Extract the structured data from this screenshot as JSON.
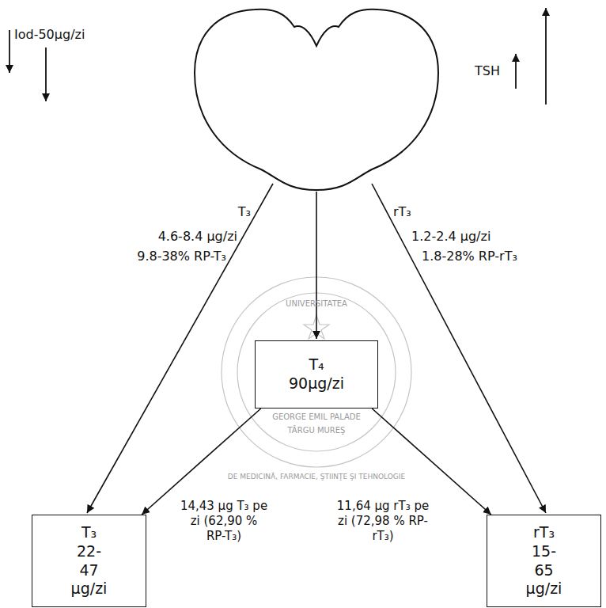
{
  "diagram": {
    "nodes": [
      {
        "text": [
          "T₄",
          "90µg/zi"
        ]
      },
      {
        "text": [
          "T₃",
          "22-47 µg/zi"
        ]
      },
      {
        "text": [
          "rT₃",
          "15-65 µg/zi"
        ]
      }
    ],
    "edges": [
      {
        "from": 0,
        "to": 1,
        "arrow": "to",
        "label": "14,43 µg T₃ pe zi (62,90 % RP-T₃)"
      },
      {
        "from": 0,
        "to": 2,
        "arrow": "to",
        "label": "11,64 µg rT₃ pe zi (72,98 % RP-rT₃)"
      }
    ],
    "labels": [
      "Iod-50µg/zi",
      "TSH",
      "T₃",
      "4.6-8.4 µg/zi",
      "9.8-38% RP-T₃",
      "rT₃",
      "1.2-2.4 µg/zi",
      "1.8-28% RP-rT₃",
      "UNIVERSITATEA",
      "DE MEDICINĂ, FARMACIE, ŞTIINŢE ŞI TEHNOLOGIE",
      "GEORGE EMIL PALADE",
      "TÂRGU MUREŞ"
    ]
  }
}
